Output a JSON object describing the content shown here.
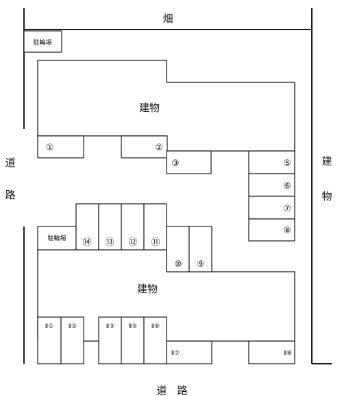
{
  "labels": {
    "field": "畑",
    "road_left_1": "道",
    "road_left_2": "路",
    "road_bottom": "道　路",
    "building_right_1": "建",
    "building_right_2": "物",
    "building_upper": "建物",
    "building_lower": "建物",
    "bike_parking_upper": "駐輪場",
    "bike_parking_lower": "駐輪場"
  },
  "spaces": {
    "s1": "①",
    "s2": "②",
    "s3": "③",
    "s5": "⑤",
    "s6": "⑥",
    "s7": "⑦",
    "s8": "⑧",
    "s9": "⑨",
    "s10": "⑩",
    "s11": "⑪",
    "s12": "⑫",
    "s13": "⑬",
    "s14": "⑭",
    "t1": "Ⅱ①",
    "t2": "Ⅱ②",
    "t3": "Ⅱ③",
    "t5": "Ⅱ⑤",
    "t6": "Ⅱ⑥",
    "t7": "Ⅱ⑦",
    "t8": "Ⅱ⑧"
  }
}
